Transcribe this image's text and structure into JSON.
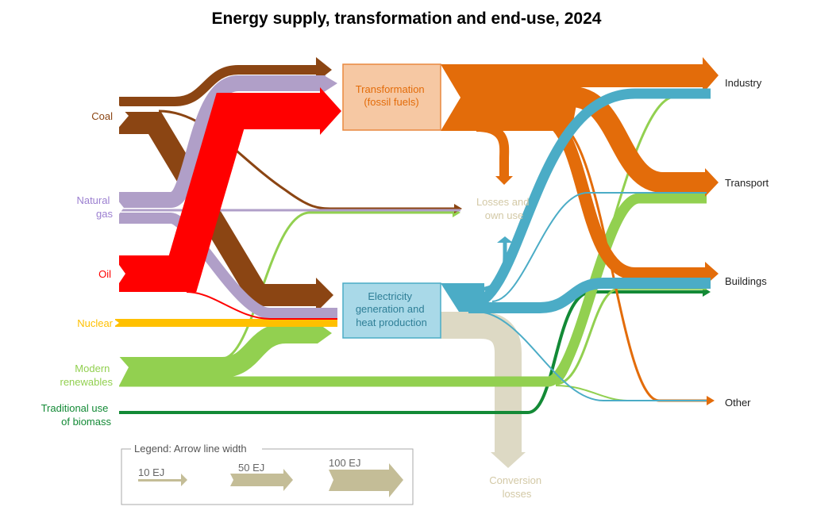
{
  "title": "Energy supply, transformation and end-use, 2024",
  "sources": {
    "coal": "Coal",
    "natural_gas": [
      "Natural",
      "gas"
    ],
    "oil": "Oil",
    "nuclear": "Nuclear",
    "modern_renewables": [
      "Modern",
      "renewables"
    ],
    "traditional_biomass": [
      "Traditional use",
      "of biomass"
    ]
  },
  "nodes": {
    "transformation": [
      "Transformation",
      "(fossil fuels)"
    ],
    "electricity": [
      "Electricity",
      "generation and",
      "heat production"
    ],
    "losses_own_use": [
      "Losses and",
      "own use"
    ],
    "conversion_losses": [
      "Conversion",
      "losses"
    ]
  },
  "end_uses": {
    "industry": "Industry",
    "transport": "Transport",
    "buildings": "Buildings",
    "other": "Other"
  },
  "legend": {
    "title": "Legend: Arrow line width",
    "items": [
      "10 EJ",
      "50 EJ",
      "100 EJ"
    ]
  },
  "colors": {
    "coal": "#8b4513",
    "natural_gas": "#b09fc8",
    "oil": "#ff0000",
    "nuclear": "#ffc000",
    "modern_renewables": "#92d050",
    "traditional_biomass": "#138a36",
    "fossil_products": "#e36c0a",
    "electricity": "#4bacc6",
    "conversion_losses": "#ddd9c4",
    "legend_arrow": "#c4bd97"
  }
}
